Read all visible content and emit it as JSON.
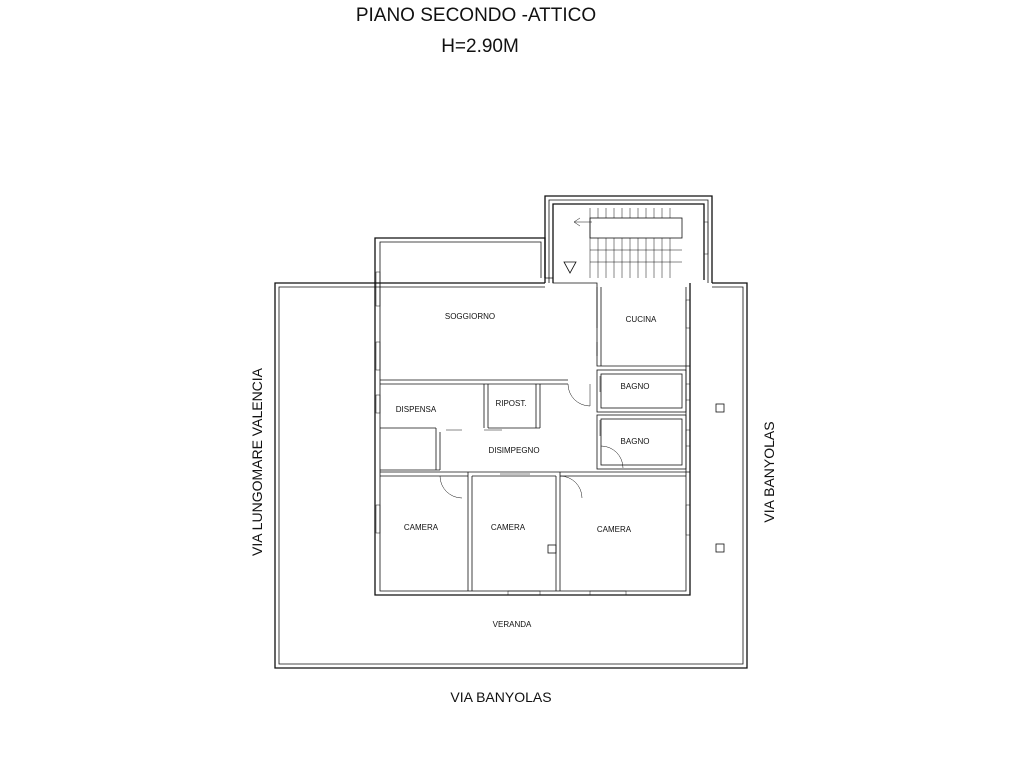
{
  "title": {
    "line1": "PIANO SECONDO -ATTICO",
    "line2": "H=2.90M"
  },
  "streets": {
    "bottom": "VIA BANYOLAS",
    "right": "VIA BANYOLAS",
    "left": "VIA LUNGOMARE VALENCIA"
  },
  "rooms": {
    "soggiorno": "SOGGIORNO",
    "cucina": "CUCINA",
    "bagno_1": "BAGNO",
    "bagno_2": "BAGNO",
    "dispensa": "DISPENSA",
    "ripost": "RIPOST.",
    "disimpegno": "DISIMPEGNO",
    "camera_1": "CAMERA",
    "camera_2": "CAMERA",
    "camera_3": "CAMERA",
    "veranda": "VERANDA"
  }
}
